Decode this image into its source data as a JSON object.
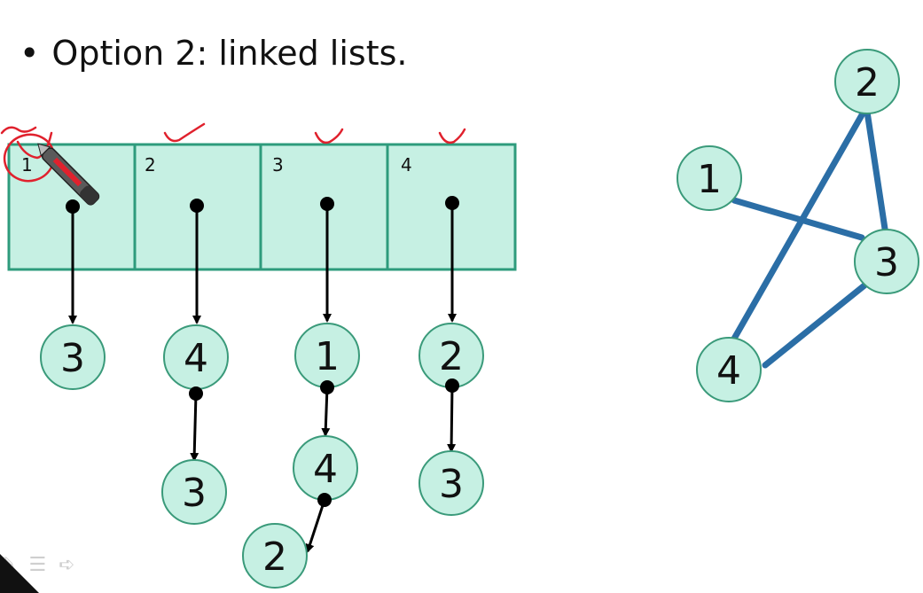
{
  "slide": {
    "bullet": "•",
    "text": "Option 2: linked lists."
  },
  "colors": {
    "cell_fill": "#c6f0e3",
    "cell_border": "#2e9b7c",
    "node_fill": "#c6f0e3",
    "node_border": "#3a9a7a",
    "edge_color": "#2b6ea6",
    "ink_red": "#e0212d"
  },
  "array": {
    "cells": [
      {
        "label": "1",
        "list": [
          "3"
        ]
      },
      {
        "label": "2",
        "list": [
          "4",
          "3"
        ]
      },
      {
        "label": "3",
        "list": [
          "1",
          "4",
          "2"
        ]
      },
      {
        "label": "4",
        "list": [
          "2",
          "3"
        ]
      }
    ]
  },
  "graph": {
    "nodes": [
      "1",
      "2",
      "3",
      "4"
    ],
    "edges": [
      [
        "1",
        "3"
      ],
      [
        "2",
        "3"
      ],
      [
        "2",
        "4"
      ],
      [
        "3",
        "4"
      ]
    ]
  },
  "controls": {
    "icons": [
      "pen-icon",
      "menu-icon",
      "next-arrow-icon"
    ]
  }
}
